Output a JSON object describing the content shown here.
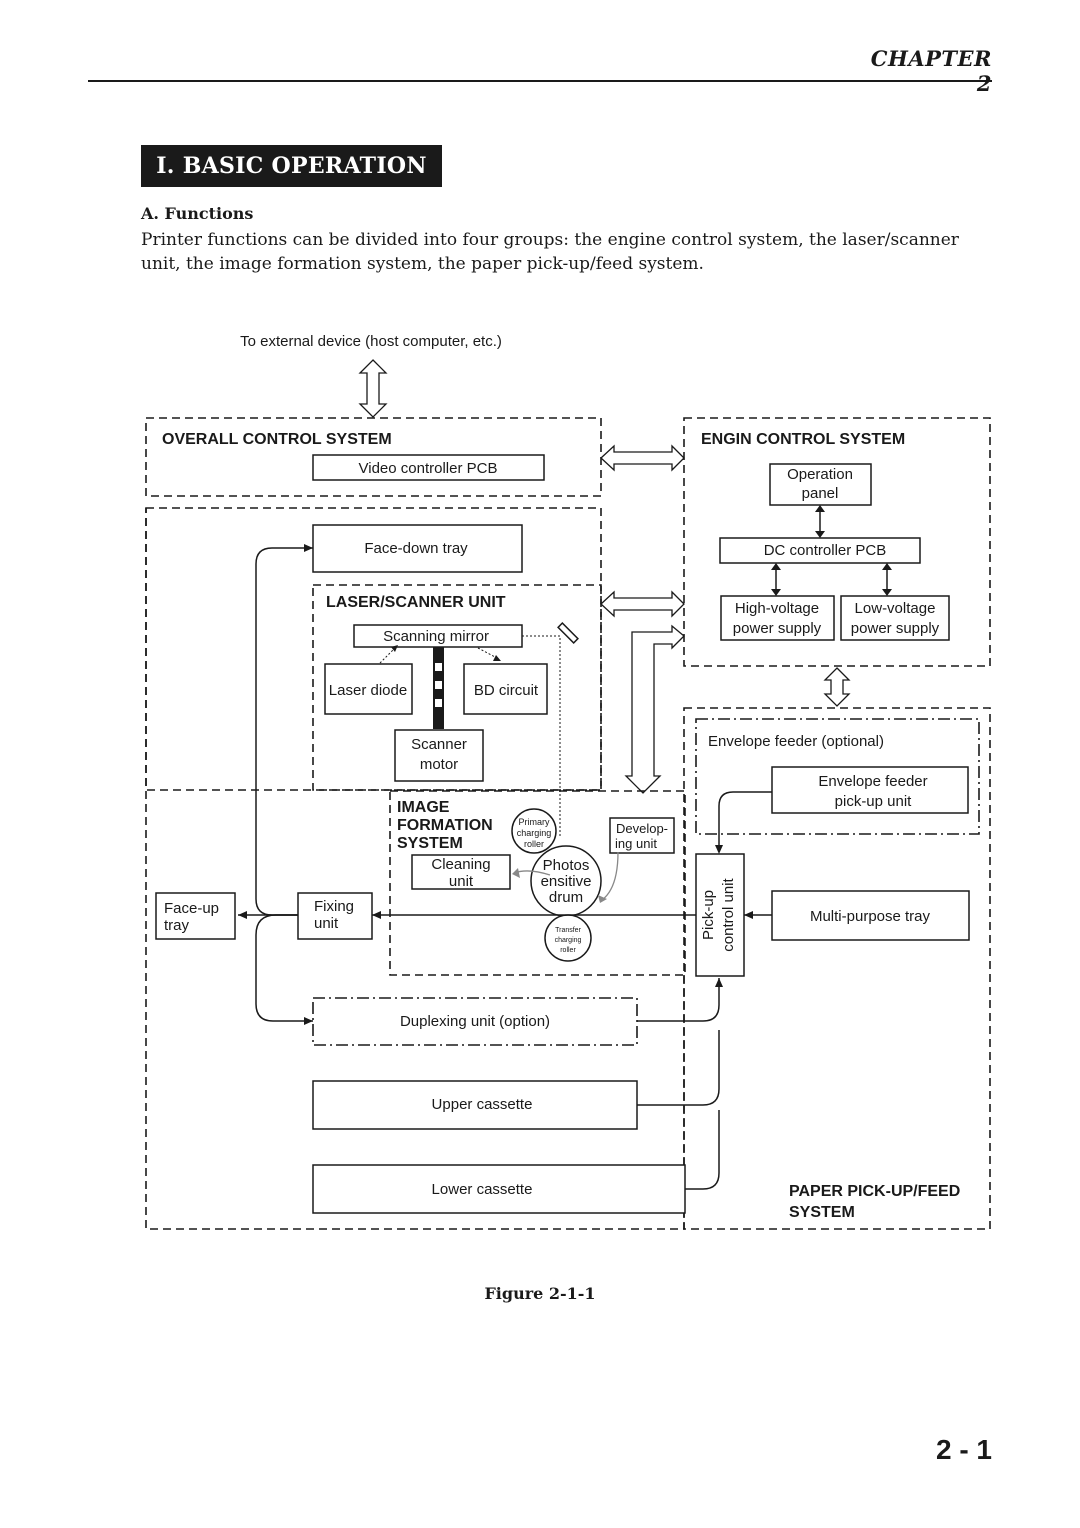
{
  "header": {
    "chapter": "CHAPTER 2"
  },
  "section": {
    "title": "I. BASIC OPERATION",
    "subheading": "A.  Functions",
    "intro": "Printer functions can be divided into four groups: the engine control system, the laser/scanner unit, the image formation system, the paper pick-up/feed system."
  },
  "diagram": {
    "external_note": "To external device (host computer, etc.)",
    "overall": {
      "heading": "OVERALL CONTROL SYSTEM",
      "video_pcb": "Video controller PCB"
    },
    "engine": {
      "heading": "ENGIN CONTROL SYSTEM",
      "operation_panel": [
        "Operation",
        "panel"
      ],
      "dc_controller": "DC controller  PCB",
      "high_voltage": [
        "High-voltage",
        "power supply"
      ],
      "low_voltage": [
        "Low-voltage",
        "power supply"
      ]
    },
    "face_down_tray": "Face-down tray",
    "laser": {
      "heading": "LASER/SCANNER UNIT",
      "scanning_mirror": "Scanning mirror",
      "laser_diode": "Laser diode",
      "bd_circuit": "BD circuit",
      "scanner_motor": [
        "Scanner",
        "motor"
      ]
    },
    "image": {
      "heading": [
        "IMAGE",
        "FORMATION",
        "SYSTEM"
      ],
      "primary_roller": [
        "Primary",
        "charging",
        "roller"
      ],
      "developing_unit": [
        "Develop-",
        "ing unit"
      ],
      "cleaning_unit": [
        "Cleaning",
        "unit"
      ],
      "drum": [
        "Photos",
        "ensitive",
        "drum"
      ],
      "transfer_roller": [
        "Transfer",
        "charging",
        "roller"
      ]
    },
    "face_up_tray": [
      "Face-up",
      "tray"
    ],
    "fixing_unit": [
      "Fixing",
      "unit"
    ],
    "pickup_control": [
      "Pick-up",
      "control unit"
    ],
    "envelope_feeder": "Envelope feeder (optional)",
    "envelope_pickup": [
      "Envelope feeder",
      "pick-up unit"
    ],
    "multipurpose_tray": "Multi-purpose tray",
    "duplexing_unit": "Duplexing unit (option)",
    "upper_cassette": "Upper cassette",
    "lower_cassette": "Lower cassette",
    "paper_heading": [
      "PAPER PICK-UP/FEED",
      "SYSTEM"
    ]
  },
  "figure_caption": "Figure 2-1-1",
  "page_number": "2 - 1"
}
